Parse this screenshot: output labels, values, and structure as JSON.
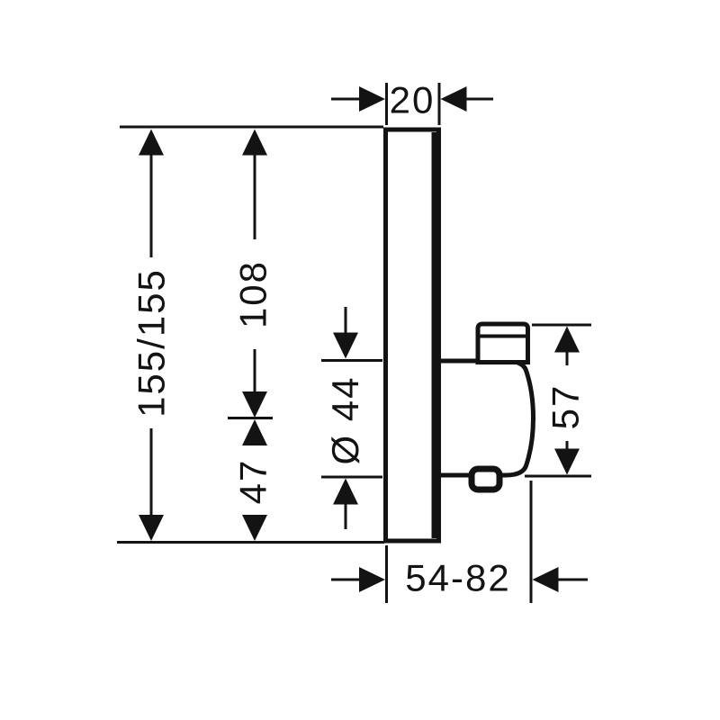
{
  "page": {
    "background_color": "#ffffff",
    "line_color": "#131313"
  },
  "drawing": {
    "type": "technical-dimension-drawing",
    "labels": {
      "plate_depth": "20",
      "plate_height": "155/155",
      "top_to_handle_center": "108",
      "handle_diameter": "Ø 44",
      "handle_center_to_bottom": "47",
      "handle_height": "57",
      "wall_to_handle_depth": "54-82"
    }
  }
}
